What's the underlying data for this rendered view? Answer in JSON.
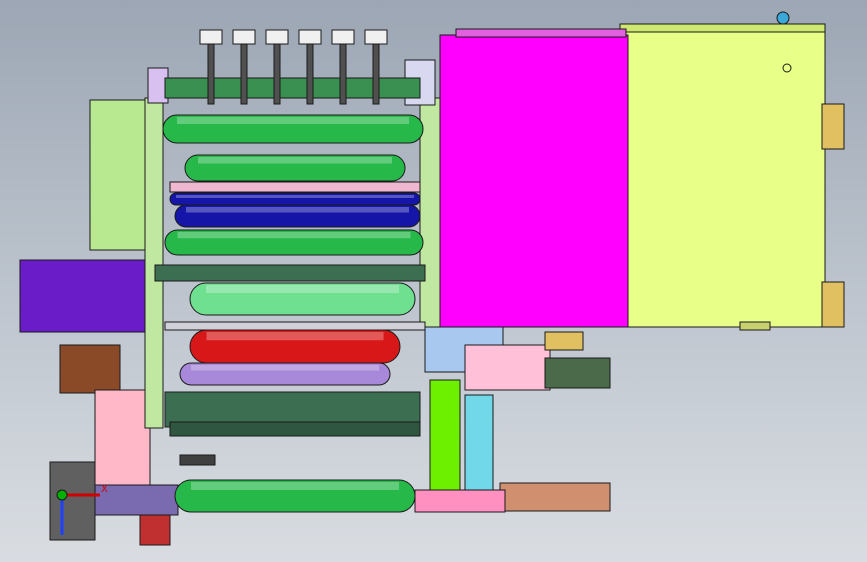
{
  "viewport": {
    "background_top": "#9ca6b4",
    "background_bottom": "#d9dde2"
  },
  "triad": {
    "x_label": "X",
    "x_color": "#d00000",
    "y_color": "#00b000",
    "z_color": "#2040ff"
  },
  "colors": {
    "outline": "#1a1a1a",
    "magenta_panel": "#ff00ff",
    "yellow_cabinet": "#e8ff88",
    "roller_green": "#27b84a",
    "roller_blue": "#1515a8",
    "roller_red": "#d81818",
    "roller_lavender": "#a888d8",
    "roller_darkgreen": "#3c6e52",
    "frame_green": "#b8e890",
    "frame_lime": "#6cf000",
    "purple_block": "#6a1cc8",
    "brown_block": "#8a4a28",
    "pink_part": "#ffb8c8",
    "light_blue_part": "#a8c8f0",
    "cyan_part": "#70d8e8",
    "copper_cylinder": "#d09070",
    "olive_base": "#4a6a4a",
    "tan_bracket": "#e0c060"
  },
  "components": {
    "knife_holders": 6,
    "top_rollers": 2,
    "blue_rollers": 2,
    "red_rollers": 1
  }
}
